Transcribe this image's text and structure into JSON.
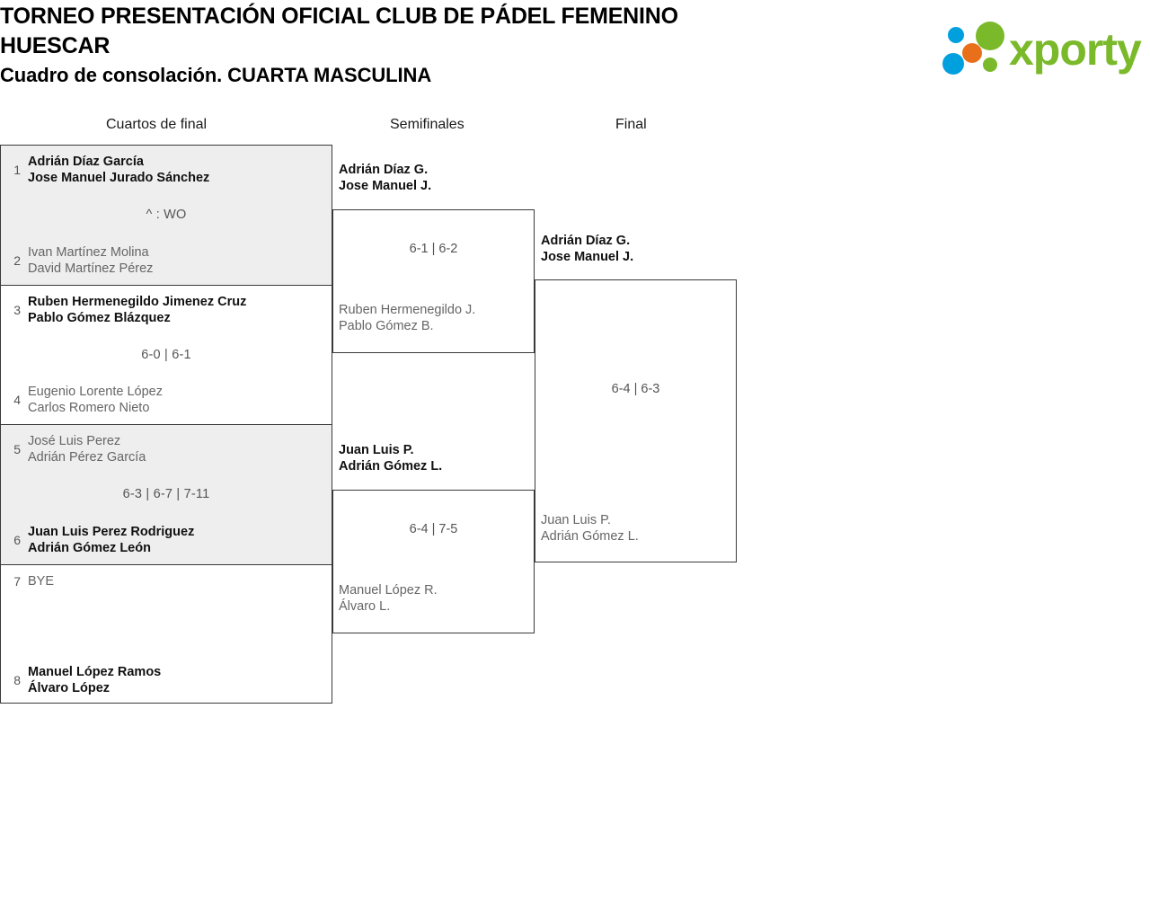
{
  "header": {
    "title_line1": "TORNEO PRESENTACIÓN OFICIAL CLUB DE PÁDEL FEMENINO",
    "title_line2": "HUESCAR",
    "subtitle": "Cuadro de consolación. CUARTA MASCULINA",
    "logo_text": "xporty",
    "logo_colors": {
      "green": "#7ab929",
      "blue": "#00a0df",
      "orange": "#e8701a"
    }
  },
  "rounds": [
    {
      "label": "Cuartos de final"
    },
    {
      "label": "Semifinales"
    },
    {
      "label": "Final"
    }
  ],
  "quarterfinals": [
    {
      "shaded": true,
      "score": "^ : WO",
      "top": {
        "seed": "1",
        "winner": true,
        "player1": "Adrián Díaz García",
        "player2": "Jose Manuel Jurado Sánchez"
      },
      "bottom": {
        "seed": "2",
        "winner": false,
        "player1": "Ivan Martínez Molina",
        "player2": "David Martínez Pérez"
      }
    },
    {
      "shaded": false,
      "score": "6-0 | 6-1",
      "top": {
        "seed": "3",
        "winner": true,
        "player1": "Ruben Hermenegildo Jimenez Cruz",
        "player2": "Pablo Gómez Blázquez"
      },
      "bottom": {
        "seed": "4",
        "winner": false,
        "player1": "Eugenio Lorente López",
        "player2": "Carlos Romero Nieto"
      }
    },
    {
      "shaded": true,
      "score": "6-3 | 6-7 | 7-11",
      "top": {
        "seed": "5",
        "winner": false,
        "player1": "José Luis Perez",
        "player2": "Adrián Pérez García"
      },
      "bottom": {
        "seed": "6",
        "winner": true,
        "player1": "Juan Luis Perez Rodriguez",
        "player2": "Adrián Gómez León"
      }
    },
    {
      "shaded": false,
      "score": "",
      "top": {
        "seed": "7",
        "winner": false,
        "player1": "BYE",
        "player2": ""
      },
      "bottom": {
        "seed": "8",
        "winner": true,
        "player1": "Manuel López Ramos",
        "player2": "Álvaro López"
      }
    }
  ],
  "semifinals": [
    {
      "score": "6-1 | 6-2",
      "winner": {
        "player1": "Adrián Díaz G.",
        "player2": "Jose Manuel J."
      },
      "loser": {
        "player1": "Ruben Hermenegildo J.",
        "player2": "Pablo Gómez B."
      }
    },
    {
      "score": "6-4 | 7-5",
      "winner": {
        "player1": "Juan Luis P.",
        "player2": "Adrián Gómez L."
      },
      "loser": {
        "player1": "Manuel López R.",
        "player2": "Álvaro L."
      }
    }
  ],
  "final": {
    "score": "6-4 | 6-3",
    "winner": {
      "player1": "Adrián Díaz G.",
      "player2": "Jose Manuel J."
    },
    "loser": {
      "player1": "Juan Luis P.",
      "player2": "Adrián Gómez L."
    }
  }
}
